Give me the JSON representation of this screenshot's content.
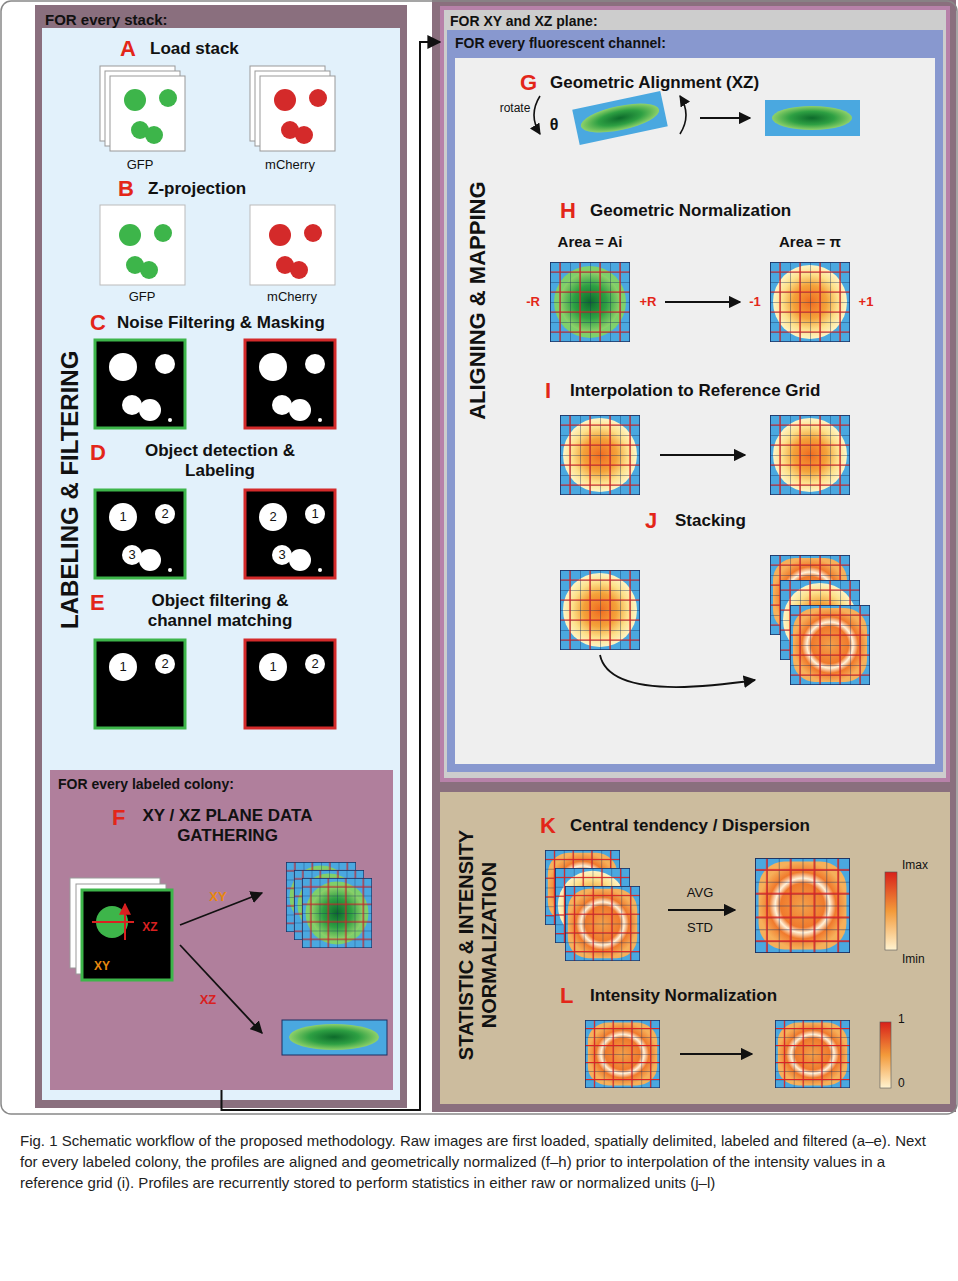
{
  "diagram": {
    "caption": "Fig. 1 Schematic workflow of the proposed methodology. Raw images are first loaded, spatially delimited, labeled and filtered (a–e). Next for every labeled colony, the profiles are aligned and geometrically normalized (f–h) prior to interpolation of the intensity values in a reference grid (i). Profiles are recurrently stored to perform statistics in either raw or normalized units (j–l)",
    "nodes": [
      {
        "text": [
          "FOR every stack:"
        ]
      },
      {
        "text": [
          "LABELING & FILTERING"
        ],
        "in": 0
      },
      {
        "text": [
          "FOR every labeled colony:"
        ],
        "in": 1
      },
      {
        "text": [
          "FOR XY and XZ plane:"
        ]
      },
      {
        "text": [
          "FOR every fluorescent channel:"
        ],
        "in": 3
      },
      {
        "text": [
          "ALIGNING & MAPPING"
        ],
        "in": 4
      },
      {
        "text": [
          "STATISTIC & INTENSITY NORMALIZATION"
        ]
      }
    ],
    "edges": [
      {
        "from": 2,
        "to": 3,
        "arrow": "to"
      }
    ],
    "labels": [
      "A",
      "Load stack",
      "GFP",
      "mCherry",
      "B",
      "Z-projection",
      "GFP",
      "mCherry",
      "C",
      "Noise Filtering & Masking",
      "D",
      "Object detection & Labeling",
      "1",
      "2",
      "3",
      "2",
      "1",
      "3",
      "E",
      "Object filtering & channel matching",
      "1",
      "2",
      "1",
      "2",
      "F",
      "XY / XZ PLANE DATA GATHERING",
      "XZ",
      "XY",
      "XY",
      "XZ",
      "G",
      "Geometric Alignment (XZ)",
      "rotate",
      "θ",
      "H",
      "Geometric Normalization",
      "Area = Ai",
      "Area = π",
      "-R",
      "+R",
      "-1",
      "+1",
      "I",
      "Interpolation to Reference Grid",
      "J",
      "Stacking",
      "K",
      "Central tendency / Dispersion",
      "AVG",
      "STD",
      "Imax",
      "Imin",
      "L",
      "Intensity Normalization",
      "1",
      "0"
    ]
  }
}
